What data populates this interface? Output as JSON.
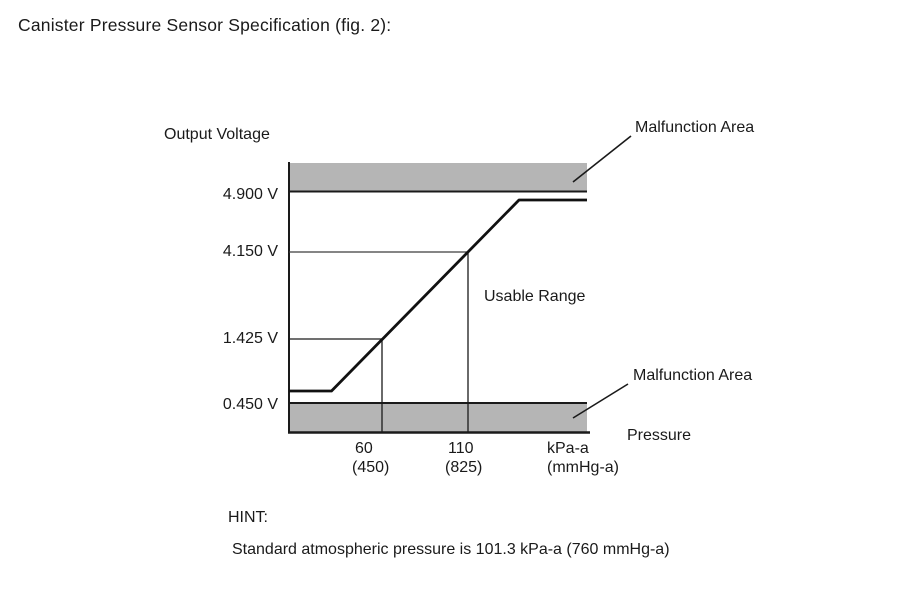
{
  "title": "Canister Pressure Sensor Specification (fig. 2):",
  "colors": {
    "band_gray": "#b5b5b5",
    "line_black": "#1a1a1a",
    "background": "#ffffff"
  },
  "chart": {
    "y_axis_label": "Output Voltage",
    "x_axis_label": "Pressure",
    "y_ticks": [
      "4.900 V",
      "4.150 V",
      "1.425 V",
      "0.450 V"
    ],
    "x_ticks": [
      {
        "line1": "60",
        "line2": "(450)"
      },
      {
        "line1": "110",
        "line2": "(825)"
      },
      {
        "line1": "kPa-a",
        "line2": "(mmHg-a)"
      }
    ],
    "labels": {
      "malfunction_top": "Malfunction Area",
      "malfunction_bottom": "Malfunction Area",
      "usable_range": "Usable Range"
    }
  },
  "hint": {
    "label": "HINT:",
    "text": "Standard atmospheric pressure is 101.3 kPa-a (760 mmHg-a)"
  },
  "chart_data": {
    "type": "line",
    "title": "Canister Pressure Sensor Specification (fig. 2)",
    "xlabel": "Pressure",
    "x_units": [
      "kPa-a",
      "mmHg-a"
    ],
    "ylabel": "Output Voltage",
    "y_unit": "V",
    "y_tick_values": [
      4.9,
      4.15,
      1.425,
      0.45
    ],
    "x_tick_values": [
      {
        "kPa_a": 60,
        "mmHg_a": 450
      },
      {
        "kPa_a": 110,
        "mmHg_a": 825
      }
    ],
    "calibration_points": [
      {
        "pressure_kPa_a": 60,
        "pressure_mmHg_a": 450,
        "voltage_V": 1.425
      },
      {
        "pressure_kPa_a": 110,
        "pressure_mmHg_a": 825,
        "voltage_V": 4.15
      }
    ],
    "malfunction_threshold_low_V": 0.45,
    "malfunction_threshold_high_V": 4.9,
    "regions": [
      {
        "name": "Malfunction Area",
        "position": "above 4.900 V"
      },
      {
        "name": "Usable Range",
        "position": "between 0.450 V and 4.900 V"
      },
      {
        "name": "Malfunction Area",
        "position": "below 0.450 V"
      }
    ],
    "curve_shape": "flat near 0.45 V at low pressure, linear through (60 kPa-a, 1.425 V) and (110 kPa-a, 4.150 V), flat near 4.9 V at high pressure",
    "legend_position": "none",
    "grid": false,
    "note": "Standard atmospheric pressure is 101.3 kPa-a (760 mmHg-a)"
  }
}
